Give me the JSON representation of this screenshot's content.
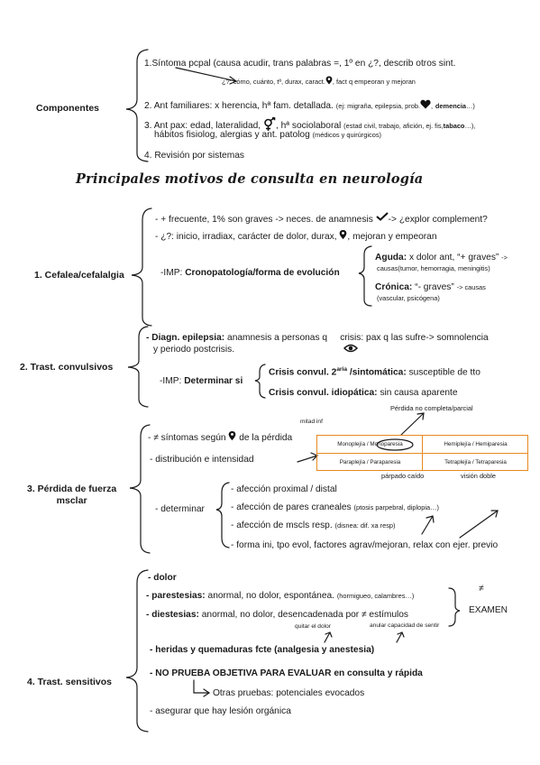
{
  "title": "Principales motivos de consulta en neurología",
  "componentes": {
    "label": "Componentes",
    "item1_main": "1.Síntoma pcpal (causa acudir, trans palabras =, 1º en ¿?, describ otros sint.",
    "item1_sub_a": "¿?: cómo, cuánto, tª, durax, caract.",
    "item1_sub_b": ", fact q empeoran y mejoran",
    "item2_main": "2. Ant familiares: x herencia, hª fam. detallada.",
    "item2_small_a": "(ej: migraña, epilepsia, prob.",
    "item2_small_b": ",",
    "item2_small_bold": "demencia",
    "item2_small_c": "…)",
    "item3_main_a": "3. Ant pax: edad, lateralidad,",
    "item3_main_b": ", hª sociolaboral",
    "item3_small_a": "(estad civil, trabajo, afición, ej. fis,",
    "item3_small_bold": "tabaco",
    "item3_small_c": "…),",
    "item3_line2": "hábitos fisiolog, alergias y ant. patolog",
    "item3_line2_small": "(médicos y quirúrgicos)",
    "item4": "4. Revisión por sistemas"
  },
  "cefalea": {
    "label": "1. Cefalea/cefalalgia",
    "line1_a": "- + frecuente, 1% son graves -> neces. de anamnesis",
    "line1_b": "-> ¿explor complement?",
    "line2_a": "- ¿?: inicio, irradiax, carácter de dolor, durax,",
    "line2_b": ", mejoran y empeoran",
    "imp_a": "-IMP:",
    "imp_bold": "Cronopatología/forma de evolución",
    "aguda_bold": "Aguda:",
    "aguda_text": "x dolor ant, “+ graves”",
    "aguda_arrow": "->",
    "aguda_small": "causas(tumor, hemorragia, meningitis)",
    "cronica_bold": "Crónica:",
    "cronica_text": "“- graves”",
    "cronica_arrow": "-> causas",
    "cronica_small": "(vascular, psicógena)"
  },
  "convulsivos": {
    "label": "2. Trast. convulsivos",
    "line1_bold": "- Diagn. epilepsia:",
    "line1_a": "anamnesis a personas q",
    "line1_b": "crisis: pax q las sufre-> somnolencia",
    "line2": "y periodo postcrisis.",
    "imp_a": "-IMP:",
    "imp_bold": "Determinar si",
    "crisis1_bold": "Crisis convul. 2",
    "crisis1_sup": "aria",
    "crisis1_bold2": "/sintomática:",
    "crisis1_text": "susceptible de tto",
    "crisis2_bold": "Crisis convul. idiopática:",
    "crisis2_text": "sin causa aparente"
  },
  "fuerza": {
    "label_line1": "3. Pérdida de fuerza",
    "label_line2": "msclar",
    "perdida_note": "Pérdida no completa/parcial",
    "mitad_note": "mitad inf",
    "line1_a": "- ≠ síntomas según",
    "line1_b": "de la pérdida",
    "line2": "- distribución e intensidad",
    "table": {
      "r1c1": "Monoplejía / Monoparesia",
      "r1c2": "Hemiplejía / Hemiparesia",
      "r2c1": "Paraplejía / Paraparesia",
      "r2c2": "Tetraplejía / Tetraparesia"
    },
    "parpado_note": "párpado caído",
    "vision_note": "visión doble",
    "determinar": "- determinar",
    "d1": "- afección proximal / distal",
    "d2_a": "- afección de pares craneales",
    "d2_small": "(ptosis parpebral, diplopia…)",
    "d3_a": "- afección de mscls resp.",
    "d3_small": "(disnea: dif. xa resp)",
    "d4": "- forma ini, tpo evol, factores agrav/mejoran, relax con ejer. previo"
  },
  "sensitivos": {
    "label": "4. Trast. sensitivos",
    "dolor": "- dolor",
    "parestesias_bold": "- parestesias:",
    "parestesias_text": "anormal, no dolor, espontánea.",
    "parestesias_small": "(hormigueo, calambres…)",
    "disestesias_bold": "- diestesias:",
    "disestesias_text": "anormal, no dolor, desencadenada por ≠ estímulos",
    "neq": "≠",
    "examen": "EXAMEN",
    "quitar_note": "quitar el dolor",
    "anular_note": "anular capacidad de sentir",
    "heridas": "- heridas y quemaduras fcte (analgesia y anestesia)",
    "no_prueba": "- NO PRUEBA OBJETIVA PARA EVALUAR en consulta y rápida",
    "otras": "Otras pruebas: potenciales evocados",
    "asegurar": "- asegurar que hay lesión orgánica"
  },
  "icons": [
    "pin-icon",
    "heart-icon",
    "gender-icon",
    "checkmark-icon",
    "eye-icon"
  ]
}
